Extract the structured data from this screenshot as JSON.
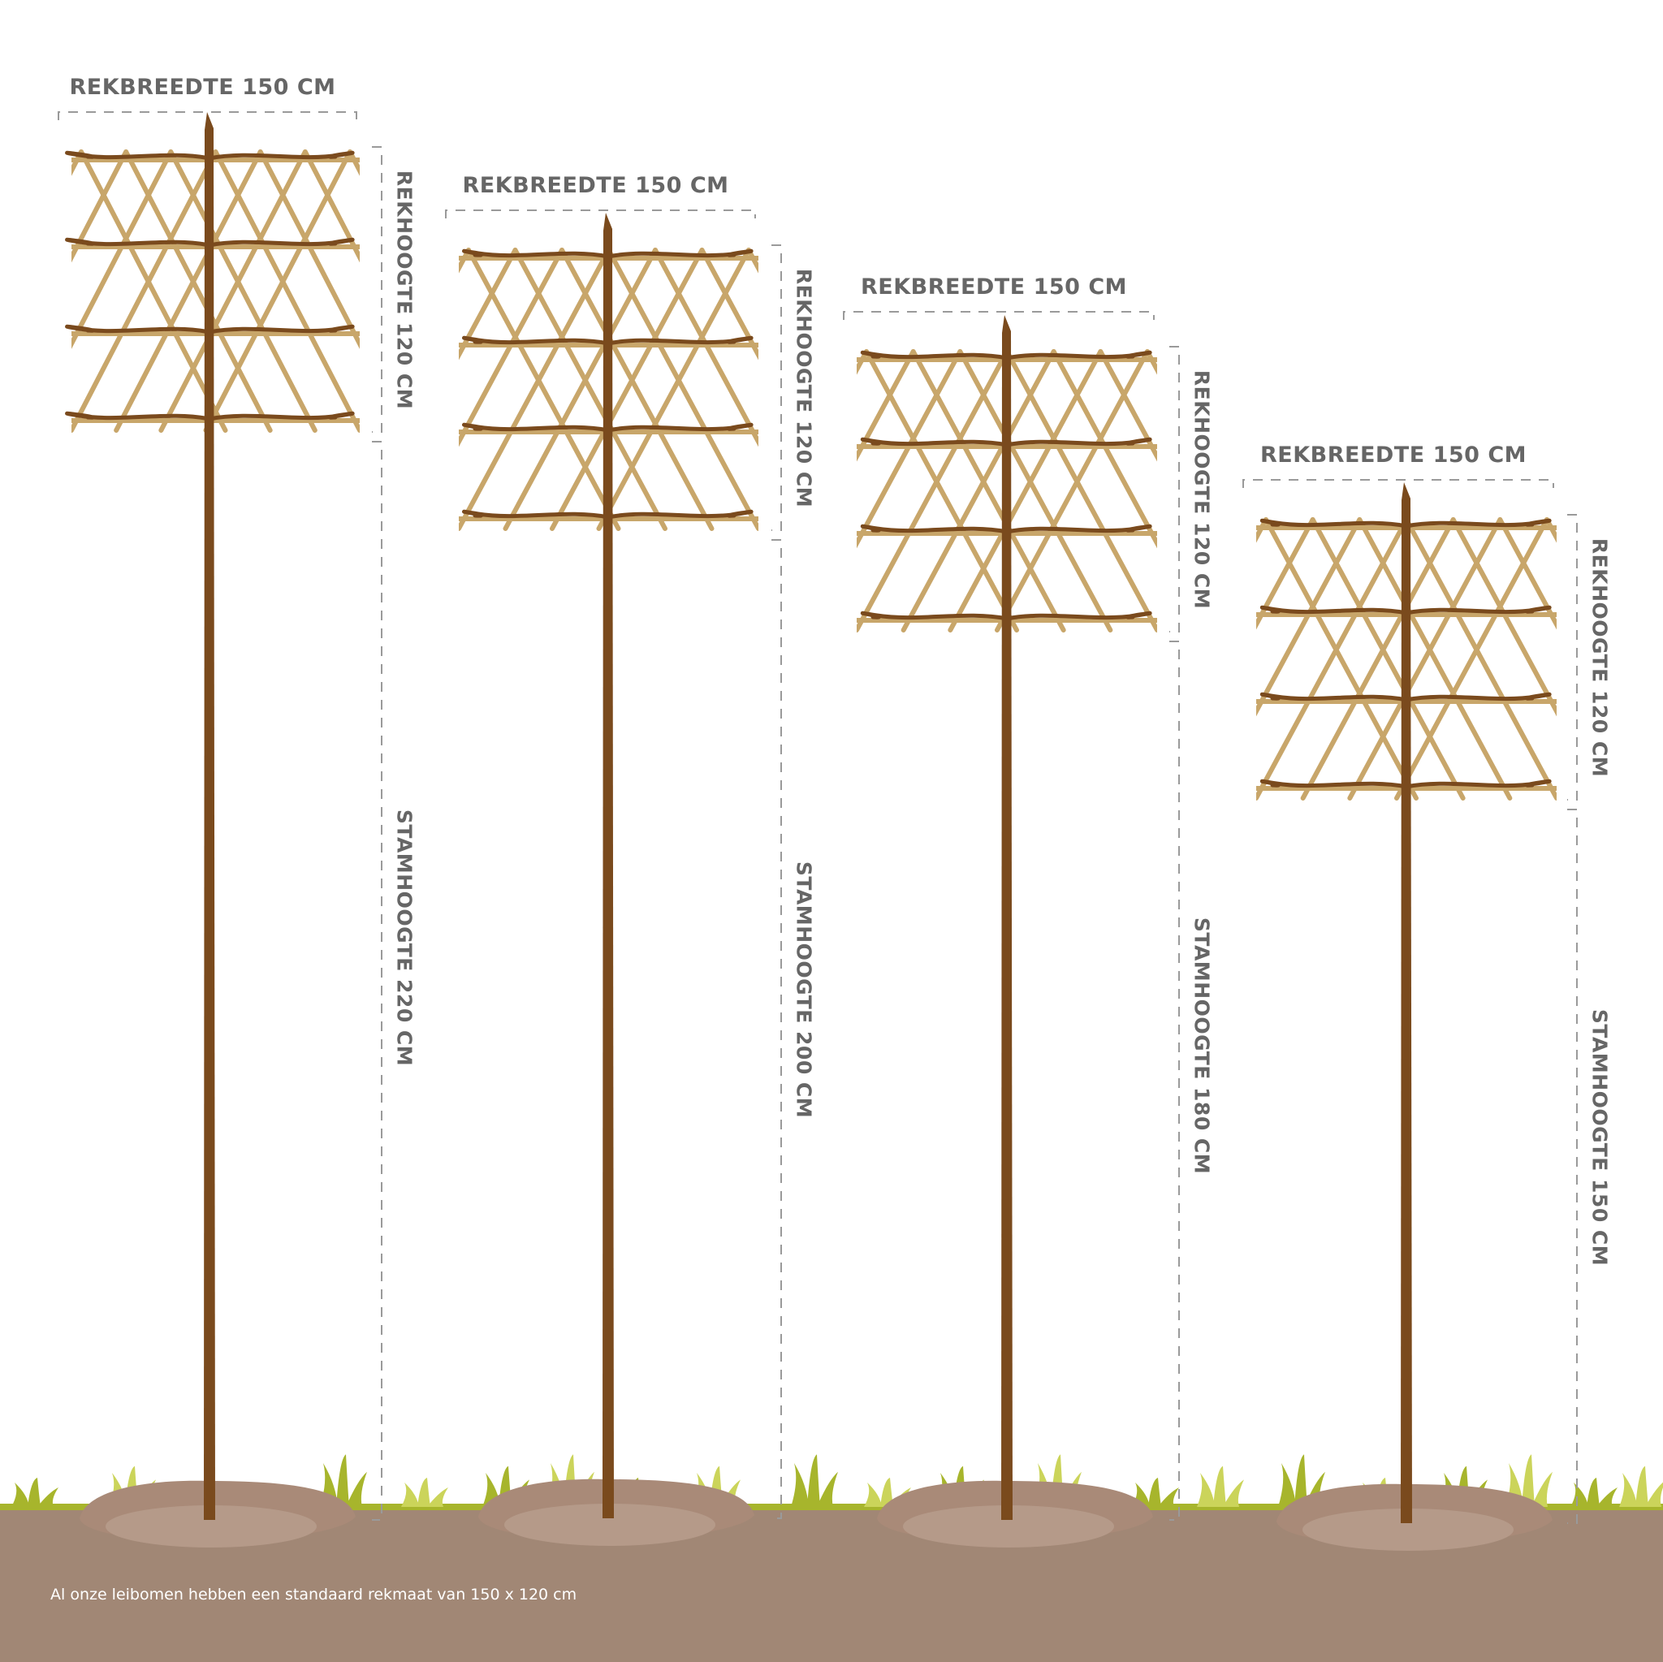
{
  "colors": {
    "trunk": "#7a4a1d",
    "frame": "#c8a66a",
    "branch": "#7a4a1d",
    "soil": "#a18775",
    "mound": "#a98a78",
    "mound_light": "#b59a89",
    "grass_green": "#a7b52c",
    "grass_light": "#cbd45a",
    "dim_line": "#9a9a9a",
    "label": "#666666",
    "footnote": "#ffffff"
  },
  "trees": [
    {
      "width_label": "REKBREEDTE 150 CM",
      "rack_height_label": "REKHOOGTE 120 CM",
      "stem_height_label": "STAMHOOGTE 220 CM",
      "stem_height_cm": 220,
      "rack_width_cm": 150,
      "rack_height_cm": 120
    },
    {
      "width_label": "REKBREEDTE 150 CM",
      "rack_height_label": "REKHOOGTE 120 CM",
      "stem_height_label": "STAMHOOGTE 200 CM",
      "stem_height_cm": 200,
      "rack_width_cm": 150,
      "rack_height_cm": 120
    },
    {
      "width_label": "REKBREEDTE 150 CM",
      "rack_height_label": "REKHOOGTE 120 CM",
      "stem_height_label": "STAMHOOGTE 180 CM",
      "stem_height_cm": 180,
      "rack_width_cm": 150,
      "rack_height_cm": 120
    },
    {
      "width_label": "REKBREEDTE 150 CM",
      "rack_height_label": "REKHOOGTE 120 CM",
      "stem_height_label": "STAMHOOGTE 150 CM",
      "stem_height_cm": 150,
      "rack_width_cm": 150,
      "rack_height_cm": 120
    }
  ],
  "footnote": "Al onze leibomen hebben een standaard rekmaat van 150 x 120 cm"
}
